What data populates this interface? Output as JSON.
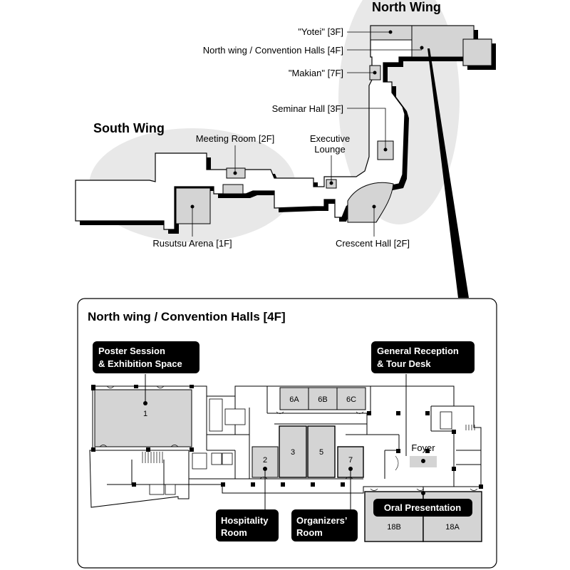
{
  "overview": {
    "north_wing_title": "North Wing",
    "south_wing_title": "South Wing",
    "labels": {
      "yotei": "\"Yotei\" [3F]",
      "north_convention": "North wing / Convention Halls [4F]",
      "makian": "\"Makian\" [7F]",
      "seminar_hall": "Seminar Hall [3F]",
      "meeting_room": "Meeting Room [2F]",
      "executive_lounge_line1": "Executive",
      "executive_lounge_line2": "Lounge",
      "rusutsu_arena": "Rusutsu Arena [1F]",
      "crescent_hall": "Crescent Hall [2F]"
    }
  },
  "detail": {
    "title": "North wing / Convention Halls [4F]",
    "callouts": {
      "poster_line1": "Poster Session",
      "poster_line2": "& Exhibition Space",
      "reception_line1": "General Reception",
      "reception_line2": "& Tour Desk",
      "hospitality_line1": "Hospitality",
      "hospitality_line2": "Room",
      "organizers_line1": "Organizers’",
      "organizers_line2": "Room",
      "oral": "Oral Presentation"
    },
    "rooms": {
      "r1": "1",
      "r2": "2",
      "r3": "3",
      "r5": "5",
      "r7": "7",
      "r6a": "6A",
      "r6b": "6B",
      "r6c": "6C",
      "r18a": "18A",
      "r18b": "18B",
      "foyer": "Foyer"
    }
  },
  "colors": {
    "room_fill": "#d4d4d4",
    "halo": "#e8e8e8",
    "callout_bg": "#000000",
    "building_outline": "#000000"
  }
}
